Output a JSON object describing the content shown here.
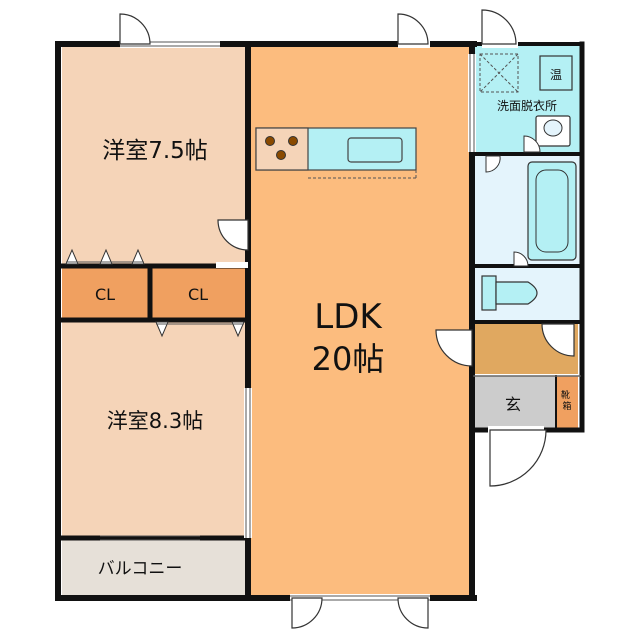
{
  "rooms": {
    "western_room_1": "洋室7.5帖",
    "western_room_2": "洋室8.3帖",
    "closet_1": "CL",
    "closet_2": "CL",
    "ldk_line1": "LDK",
    "ldk_line2": "20帖",
    "balcony": "バルコニー",
    "washroom": "洗面脱衣所",
    "water_heater": "温",
    "entrance": "玄",
    "shoe_box": "靴箱"
  },
  "colors": {
    "wood": "#f5d4b8",
    "ldk": "#fcbc7e",
    "wet": "#b4f0f4",
    "wet_light": "#e4f4fc",
    "closet": "#f0a060",
    "entrance_hall": "#e0a860",
    "entrance": "#cccccc",
    "balcony": "#e6e0d8",
    "wall": "#111111"
  }
}
